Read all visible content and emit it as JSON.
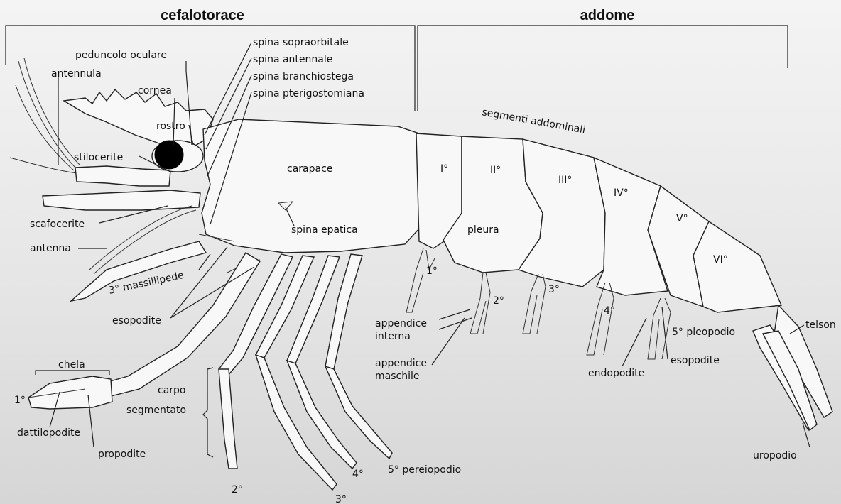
{
  "sections": {
    "cephalothorax": "cefalotorace",
    "abdomen": "addome"
  },
  "labels": {
    "peduncolo_oculare": "peduncolo oculare",
    "antennula": "antennula",
    "cornea": "cornea",
    "rostro": "rostro",
    "stilocerite": "stilocerite",
    "scafocerite": "scafocerite",
    "antenna": "antenna",
    "massillipede": "3° massillipede",
    "esopodite_front": "esopodite",
    "chela": "chela",
    "chela_1": "1°",
    "dattilopodite": "dattilopodite",
    "propodite": "propodite",
    "carpo": "carpo",
    "segmentato": "segmentato",
    "leg_2": "2°",
    "leg_3": "3°",
    "leg_4": "4°",
    "pereiopodio_5": "5° pereiopodio",
    "spina_sopraorbitale": "spina sopraorbitale",
    "spina_antennale": "spina antennale",
    "spina_branchiostega": "spina branchiostega",
    "spina_pterigostomiana": "spina pterigostomiana",
    "carapace": "carapace",
    "spina_epatica": "spina epatica",
    "segmenti_addominali": "segmenti addominali",
    "seg_1": "I°",
    "seg_2": "II°",
    "seg_3": "III°",
    "seg_4": "IV°",
    "seg_5": "V°",
    "seg_6": "VI°",
    "pleura": "pleura",
    "pleo_1": "1°",
    "pleo_2": "2°",
    "pleo_3": "3°",
    "pleo_4": "4°",
    "pleopodio_5": "5° pleopodio",
    "appendice_interna_1": "appendice",
    "appendice_interna_2": "interna",
    "appendice_maschile_1": "appendice",
    "appendice_maschile_2": "maschile",
    "endopodite": "endopodite",
    "esopodite_rear": "esopodite",
    "telson": "telson",
    "uropodio": "uropodio"
  }
}
